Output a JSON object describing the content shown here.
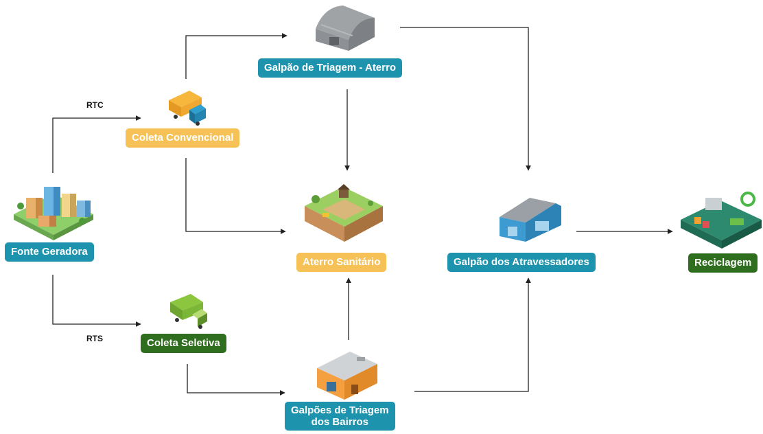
{
  "colors": {
    "teal": "#1e93ad",
    "yellow": "#f6c156",
    "green": "#2e6e1e",
    "line": "#222222"
  },
  "nodes": {
    "fonte": {
      "label": "Fonte Geradora",
      "icon": "city-buildings-icon"
    },
    "coleta_conv": {
      "label": "Coleta Convencional",
      "icon": "garbage-truck-icon"
    },
    "coleta_sel": {
      "label": "Coleta Seletiva",
      "icon": "recycling-truck-icon"
    },
    "galpao_aterro": {
      "label": "Galpão de Triagem - Aterro",
      "icon": "warehouse-icon"
    },
    "aterro": {
      "label": "Aterro Sanitário",
      "icon": "landfill-icon"
    },
    "galpoes_bairros": {
      "label_line1": "Galpões de Triagem",
      "label_line2": "dos Bairros",
      "icon": "sorting-shed-icon"
    },
    "atravessadores": {
      "label": "Galpão dos Atravessadores",
      "icon": "blue-warehouse-icon"
    },
    "reciclagem": {
      "label": "Reciclagem",
      "icon": "recycling-plant-icon"
    }
  },
  "edges": {
    "rtc": "RTC",
    "rts": "RTS"
  }
}
